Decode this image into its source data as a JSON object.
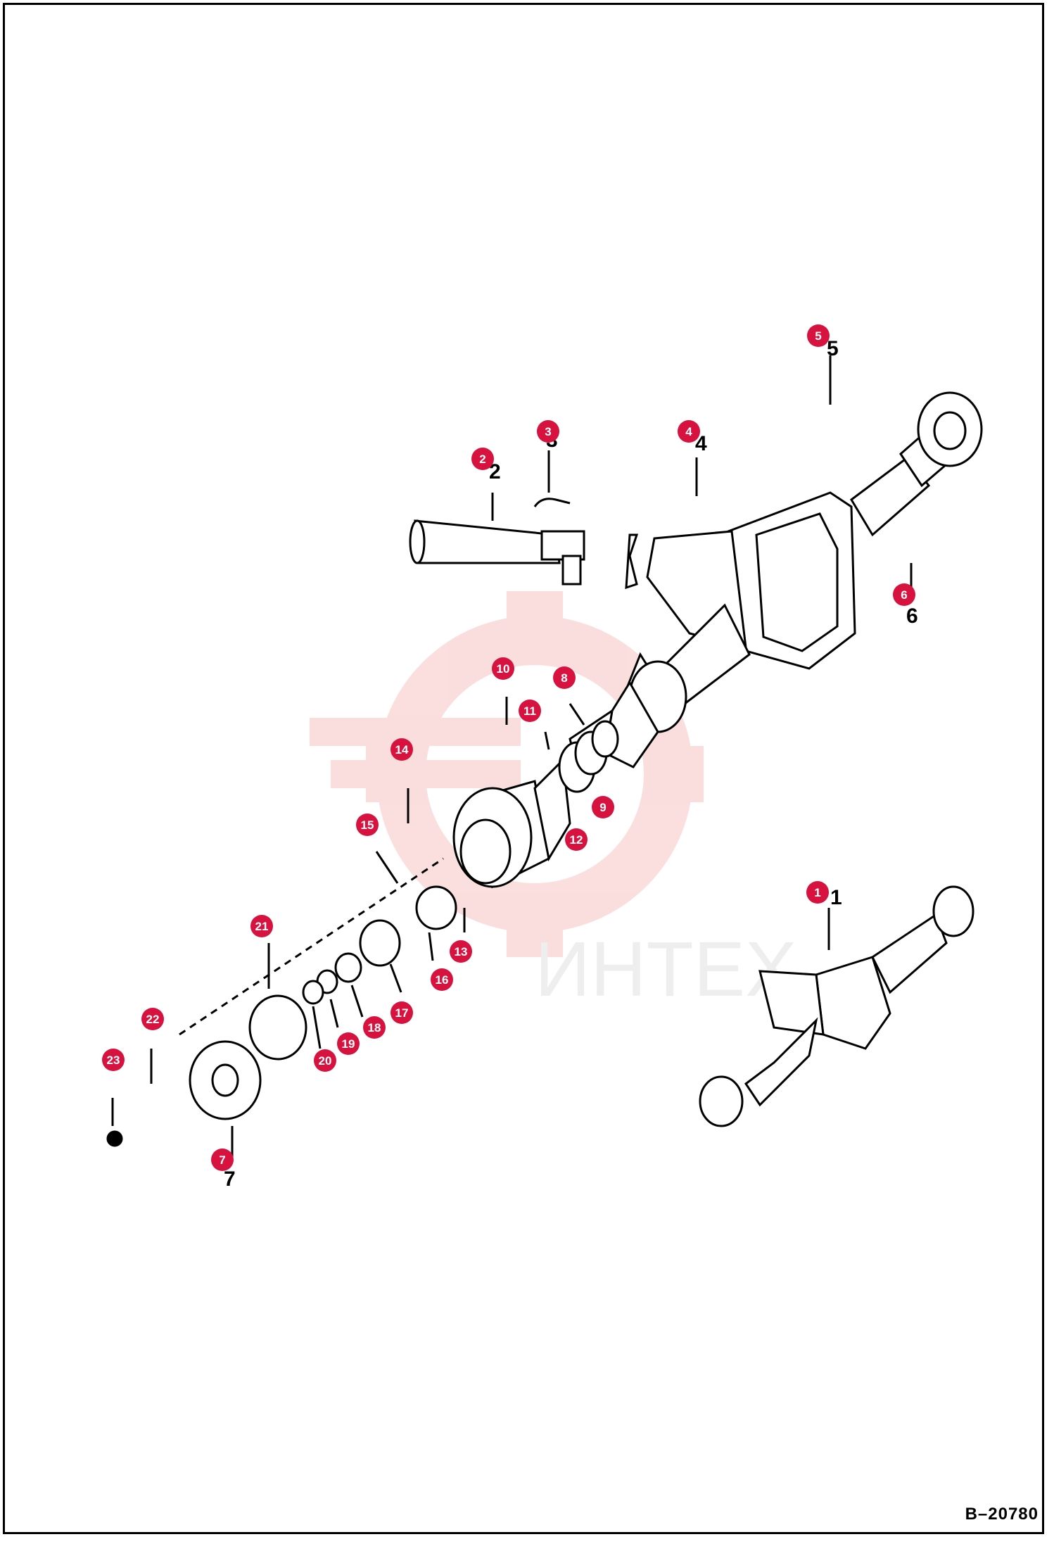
{
  "figure_ref": "B–20780",
  "watermark_text": "ИНТЕХ",
  "colors": {
    "callout": "#d8123f",
    "line": "#000000",
    "watermark": "#f3b8b8"
  },
  "callouts": [
    {
      "num": "1"
    },
    {
      "num": "2"
    },
    {
      "num": "3"
    },
    {
      "num": "4"
    },
    {
      "num": "5"
    },
    {
      "num": "6"
    },
    {
      "num": "7"
    },
    {
      "num": "8"
    },
    {
      "num": "9"
    },
    {
      "num": "10"
    },
    {
      "num": "11"
    },
    {
      "num": "12"
    },
    {
      "num": "13"
    },
    {
      "num": "14"
    },
    {
      "num": "15"
    },
    {
      "num": "16"
    },
    {
      "num": "17"
    },
    {
      "num": "18"
    },
    {
      "num": "19"
    },
    {
      "num": "20"
    },
    {
      "num": "21"
    },
    {
      "num": "22"
    },
    {
      "num": "23"
    }
  ]
}
